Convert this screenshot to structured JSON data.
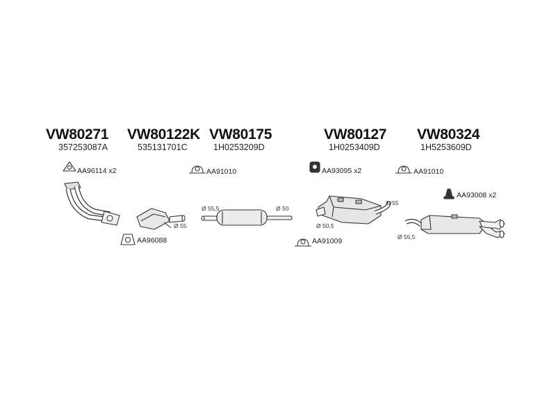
{
  "kits": [
    {
      "code": "VW80271",
      "oem": "357253087A"
    },
    {
      "code": "VW80122K",
      "oem": "535131701C"
    },
    {
      "code": "VW80175",
      "oem": "1H0253209D"
    },
    {
      "code": "VW80127",
      "oem": "1H0253409D"
    },
    {
      "code": "VW80324",
      "oem": "1H5253609D"
    }
  ],
  "parts": {
    "gasket_1": "AA96114",
    "gasket_1_qty": "x2",
    "gasket_2": "AA96088",
    "clamp_1": "AA91010",
    "rubber_1": "AA93095",
    "rubber_1_qty": "x2",
    "clamp_2": "AA91009",
    "clamp_3": "AA91010",
    "mount_1": "AA93008",
    "mount_1_qty": "x2"
  },
  "dims": {
    "cat_out": "Ø 55",
    "mid_in": "Ø 55,5",
    "mid_out": "Ø 50",
    "front_out": "Ø 55",
    "front_in": "Ø 50,5",
    "rear_in": "Ø 55,5"
  }
}
